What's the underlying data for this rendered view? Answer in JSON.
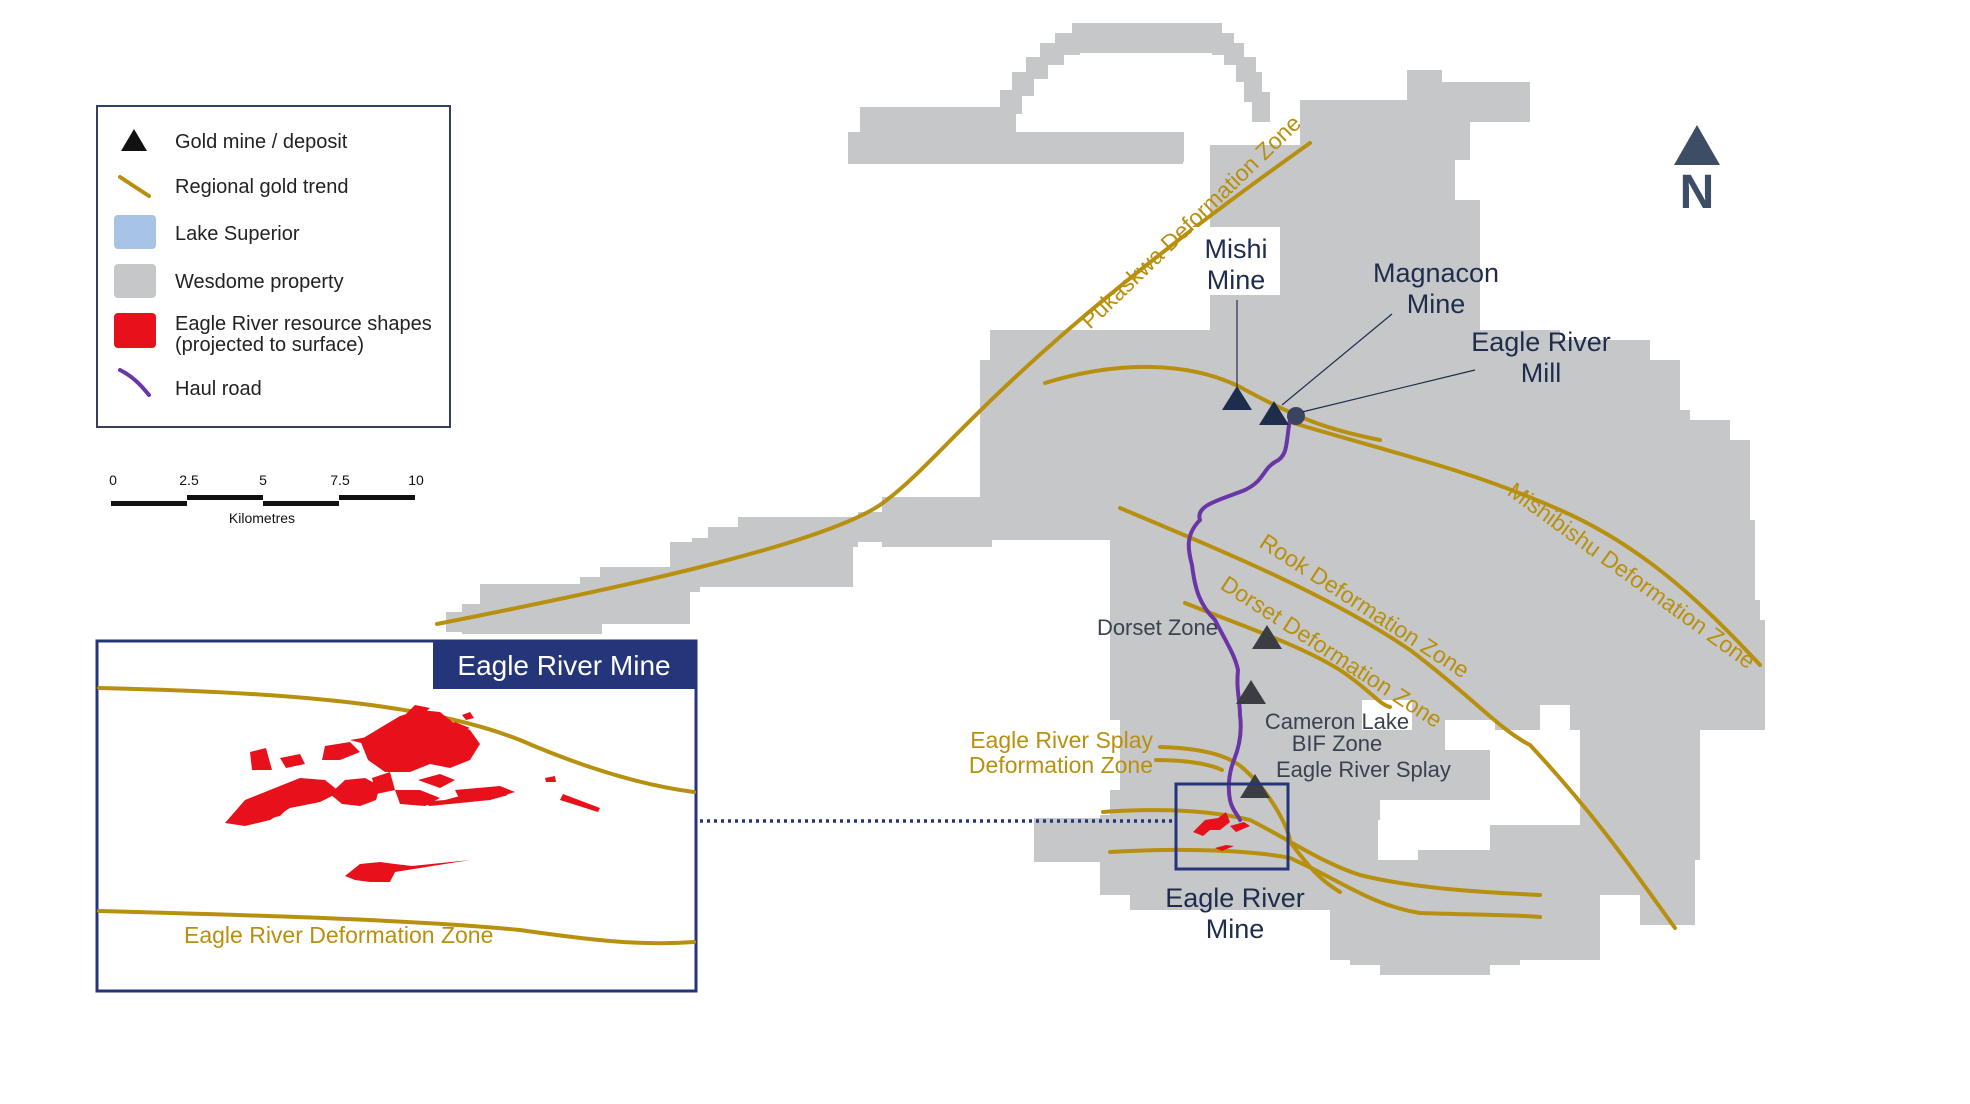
{
  "colors": {
    "property": "#c6c7c9",
    "gold_trend": "#b8900f",
    "haul_road": "#6a36a6",
    "lake": "#a7c4e6",
    "resource": "#e8101a",
    "navy": "#1f2d4d",
    "inset_border": "#24357a"
  },
  "legend": {
    "items": [
      {
        "icon": "triangle-icon",
        "label": "Gold mine / deposit"
      },
      {
        "icon": "gold-trend-line-icon",
        "label": "Regional gold trend"
      },
      {
        "icon": "lake-swatch-icon",
        "label": "Lake Superior"
      },
      {
        "icon": "property-swatch-icon",
        "label": "Wesdome property"
      },
      {
        "icon": "resource-swatch-icon",
        "label": "Eagle River resource shapes",
        "label2": "(projected to surface)"
      },
      {
        "icon": "haul-road-line-icon",
        "label": "Haul road"
      }
    ]
  },
  "scale_bar": {
    "ticks": [
      "0",
      "2.5",
      "5",
      "7.5",
      "10"
    ],
    "unit": "Kilometres"
  },
  "north_arrow": {
    "label": "N"
  },
  "mines": {
    "mishi": {
      "line1": "Mishi",
      "line2": "Mine"
    },
    "magnacon": {
      "line1": "Magnacon",
      "line2": "Mine"
    },
    "mill": {
      "line1": "Eagle River",
      "line2": "Mill"
    },
    "eagle_river": {
      "line1": "Eagle River",
      "line2": "Mine"
    }
  },
  "zones": {
    "pukaskwa": "Pukaskwa Deformation Zone",
    "mishibishu": "Mishibishu Deformation Zone",
    "rook": "Rook Deformation Zone",
    "dorset_def": "Dorset Deformation Zone",
    "splay_def_line1": "Eagle River Splay",
    "splay_def_line2": "Deformation Zone",
    "eagle_river_def": "Eagle River Deformation Zone"
  },
  "deposits": {
    "dorset": "Dorset Zone",
    "cameron_line1": "Cameron Lake",
    "cameron_line2": "BIF Zone",
    "splay": "Eagle River Splay"
  },
  "inset": {
    "title": "Eagle River Mine"
  }
}
